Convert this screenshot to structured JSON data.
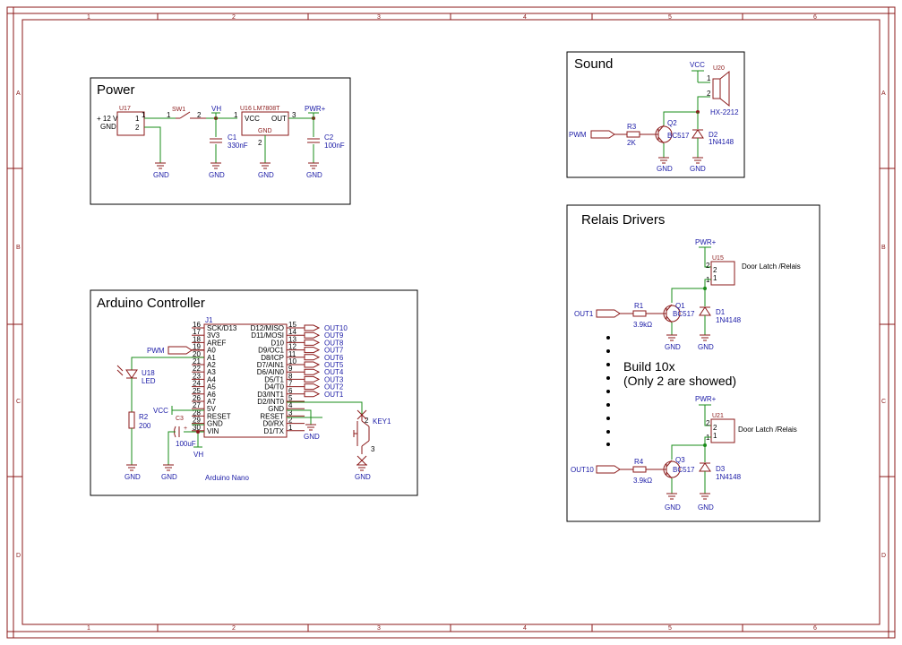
{
  "frame": {
    "columns": [
      "1",
      "2",
      "3",
      "4",
      "5",
      "6"
    ],
    "rows": [
      "A",
      "B",
      "C",
      "D"
    ]
  },
  "sections": {
    "power": "Power",
    "sound": "Sound",
    "relais": "Relais Drivers",
    "arduino": "Arduino Controller"
  },
  "power": {
    "u17": "U17",
    "v12": "+ 12 V",
    "gnd_in": "GND",
    "pin1a": "1",
    "pin1b": "1",
    "pin2": "2",
    "sw1": "SW1",
    "sw_pin1": "1",
    "sw_pin2": "2",
    "vh": "VH",
    "u16": "U16 LM7808T",
    "vcc": "VCC",
    "out": "OUT",
    "gnd_pin": "GND",
    "reg_pin1": "1",
    "reg_pin2": "2",
    "reg_pin3": "3",
    "pwr": "PWR+",
    "c1": "C1",
    "c1v": "330nF",
    "c2": "C2",
    "c2v": "100nF",
    "gnd": "GND"
  },
  "sound": {
    "vcc": "VCC",
    "u20": "U20",
    "spk_pin1": "1",
    "spk_pin2": "2",
    "hx": "HX-2212",
    "q2": "Q2",
    "q2v": "BC517",
    "r3": "R3",
    "r3v": "2K",
    "pwm": "PWM",
    "d2": "D2",
    "d2v": "1N4148",
    "gnd": "GND"
  },
  "relais": {
    "pwr": "PWR+",
    "u15": "U15",
    "u21": "U21",
    "door": "Door Latch /Relais",
    "pin2": "2",
    "pin1": "1",
    "out1": "OUT1",
    "out10": "OUT10",
    "r1": "R1",
    "r4": "R4",
    "rv": "3.9kΩ",
    "q1": "Q1",
    "q3": "Q3",
    "qv": "BC517",
    "d1": "D1",
    "d3": "D3",
    "dv": "1N4148",
    "build": "Build 10x",
    "only": "(Only 2 are showed)",
    "gnd": "GND"
  },
  "arduino": {
    "j1": "J1",
    "nano": "Arduino Nano",
    "left_pins": [
      {
        "num": "16",
        "name": "SCK/D13"
      },
      {
        "num": "17",
        "name": "3V3"
      },
      {
        "num": "18",
        "name": "AREF"
      },
      {
        "num": "19",
        "name": "A0"
      },
      {
        "num": "20",
        "name": "A1"
      },
      {
        "num": "21",
        "name": "A2"
      },
      {
        "num": "22",
        "name": "A3"
      },
      {
        "num": "23",
        "name": "A4"
      },
      {
        "num": "24",
        "name": "A5"
      },
      {
        "num": "25",
        "name": "A6"
      },
      {
        "num": "26",
        "name": "A7"
      },
      {
        "num": "27",
        "name": "5V"
      },
      {
        "num": "28",
        "name": "RESET"
      },
      {
        "num": "29",
        "name": "GND"
      },
      {
        "num": "30",
        "name": "VIN"
      }
    ],
    "right_pins": [
      {
        "num": "15",
        "name": "D12/MISO",
        "net": "OUT10"
      },
      {
        "num": "14",
        "name": "D11/MOSI",
        "net": "OUT9"
      },
      {
        "num": "13",
        "name": "D10",
        "net": "OUT8"
      },
      {
        "num": "12",
        "name": "D9/OC1",
        "net": "OUT7"
      },
      {
        "num": "11",
        "name": "D8/ICP",
        "net": "OUT6"
      },
      {
        "num": "10",
        "name": "D7/AIN1",
        "net": "OUT5"
      },
      {
        "num": "9",
        "name": "D6/AIN0",
        "net": "OUT4"
      },
      {
        "num": "8",
        "name": "D5/T1",
        "net": "OUT3"
      },
      {
        "num": "7",
        "name": "D4/T0",
        "net": "OUT2"
      },
      {
        "num": "6",
        "name": "D3/INT1",
        "net": "OUT1"
      },
      {
        "num": "5",
        "name": "D2/INT0",
        "net": ""
      },
      {
        "num": "4",
        "name": "GND",
        "net": ""
      },
      {
        "num": "3",
        "name": "RESET",
        "net": ""
      },
      {
        "num": "2",
        "name": "D0/RX",
        "net": ""
      },
      {
        "num": "1",
        "name": "D1/TX",
        "net": ""
      }
    ],
    "pwm": "PWM",
    "vcc": "VCC",
    "vh": "VH",
    "u18": "U18",
    "led": "LED",
    "r2": "R2",
    "r2v": "200",
    "c3": "C3",
    "c3v": "100uF",
    "key1": "KEY1",
    "key_pin2": "2",
    "key_pin3": "3",
    "gnd": "GND"
  }
}
